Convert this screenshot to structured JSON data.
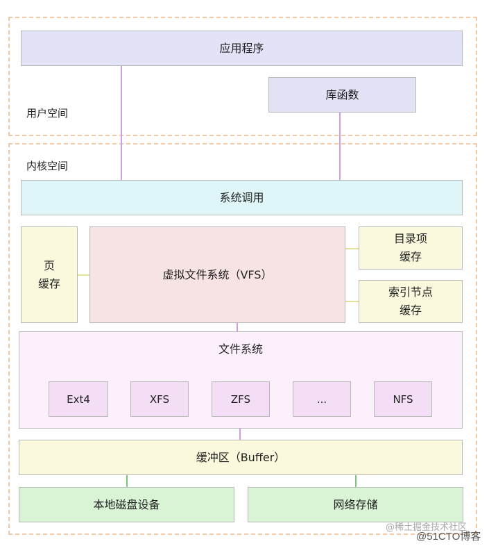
{
  "regions": {
    "user_space": "用户空间",
    "kernel_space": "内核空间"
  },
  "boxes": {
    "application": "应用程序",
    "library": "库函数",
    "syscall": "系统调用",
    "page_cache": "页\n缓存",
    "vfs": "虚拟文件系统（VFS）",
    "dentry_cache": "目录项\n缓存",
    "inode_cache": "索引节点\n缓存",
    "filesystem": "文件系统",
    "fs_types": [
      "Ext4",
      "XFS",
      "ZFS",
      "...",
      "NFS"
    ],
    "buffer": "缓冲区（Buffer）",
    "local_disk": "本地磁盘设备",
    "network_storage": "网络存储"
  },
  "watermarks": {
    "juejin": "@稀土掘金技术社区",
    "cto": "@51CTO博客"
  },
  "colors": {
    "dashed_border": "#f0c9a4",
    "purple_box": "#e3e3f8",
    "cyan_box": "#dff6f8",
    "yellow_box": "#fbf9dd",
    "pink_box": "#f7e3e3",
    "fs_box": "#fdf0fd",
    "fs_item_box": "#f3def5",
    "green_box": "#d8f4d5",
    "purple_line": "#cf9fe6",
    "green_line": "#7fc27a"
  }
}
